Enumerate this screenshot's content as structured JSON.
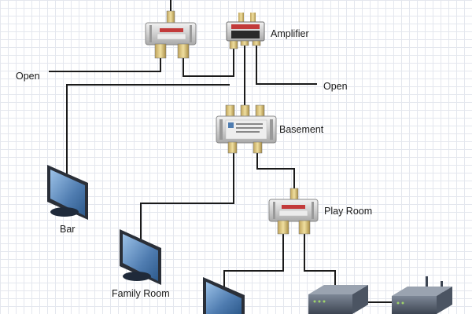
{
  "diagram": {
    "title": "",
    "labels": {
      "amplifier": "Amplifier",
      "open_left": "Open",
      "open_right": "Open",
      "basement": "Basement",
      "play_room": "Play Room",
      "bar": "Bar",
      "family_room": "Family Room"
    },
    "devices": [
      {
        "kind": "splitter-2way",
        "role": "incoming-splitter"
      },
      {
        "kind": "amplifier",
        "role": "signal-amplifier"
      },
      {
        "kind": "splitter-4way",
        "role": "basement-splitter"
      },
      {
        "kind": "splitter-2way",
        "role": "play-room-splitter"
      },
      {
        "kind": "tv",
        "location": "Bar"
      },
      {
        "kind": "tv",
        "location": "Family Room"
      },
      {
        "kind": "tv",
        "location": "Play Room"
      },
      {
        "kind": "modem",
        "location": "Play Room"
      },
      {
        "kind": "router",
        "location": "Play Room"
      }
    ],
    "colors": {
      "cable": "#1a1a1a",
      "device_body": "#d8d8d8",
      "device_label": "#c23a3a",
      "tv_frame": "#2a2f38",
      "tv_screen": "#4f7cb0"
    }
  }
}
